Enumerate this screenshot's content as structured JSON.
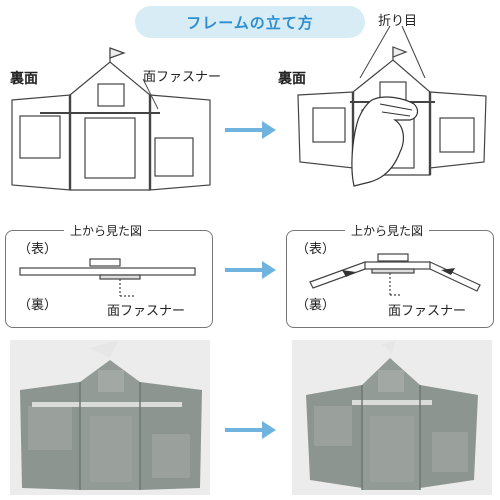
{
  "title": "フレームの立て方",
  "labels": {
    "back_left": "裏面",
    "back_right": "裏面",
    "fastener_top": "面ファスナー",
    "fold_line": "折り目",
    "view_left": "上から見た図",
    "view_right": "上から見た図",
    "front_left": "（表）",
    "back_side_left": "（裏）",
    "front_right": "（表）",
    "back_side_right": "（裏）",
    "fastener_left": "面ファスナー",
    "fastener_right": "面ファスナー"
  },
  "colors": {
    "accent": "#2e8fd0",
    "pill_bg": "#d8ecf6",
    "arrow": "#6fb3df",
    "felt": "#8d9591"
  },
  "icons": [
    "arrow-right-icon",
    "hand-icon",
    "clip-icon"
  ]
}
